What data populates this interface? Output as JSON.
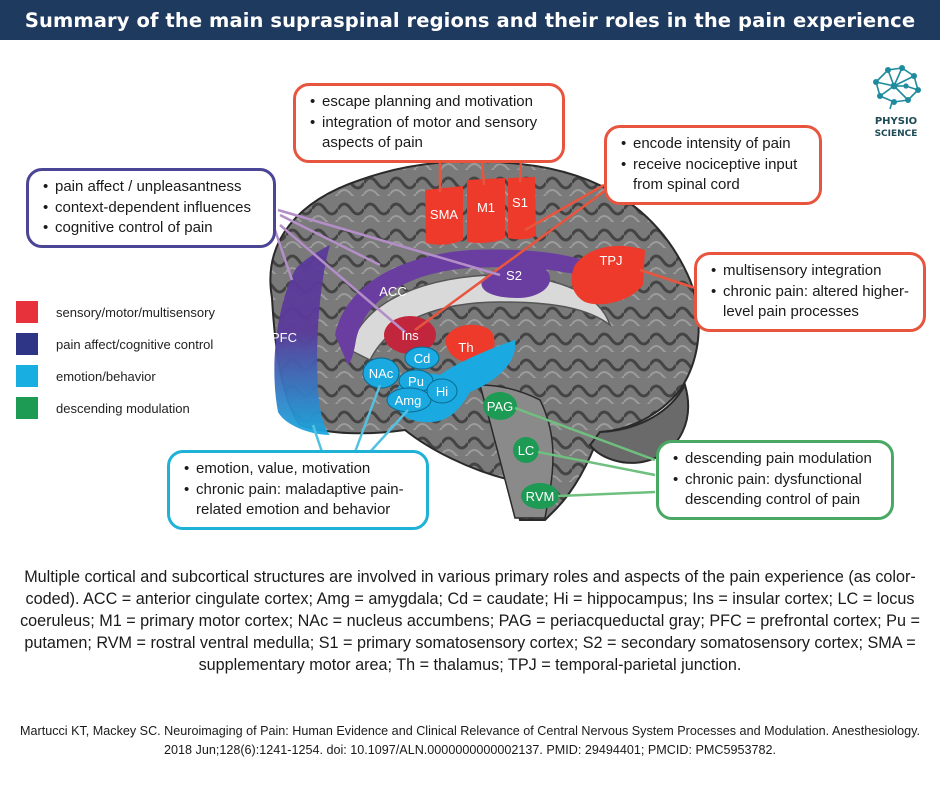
{
  "title": "Summary of the main supraspinal regions and their roles in the pain experience",
  "logo": {
    "line1": "PHYSIO",
    "line2": "SCIENCE",
    "icon": "network-brain-icon"
  },
  "colors": {
    "sensory": "#e8323b",
    "affect": "#2e3587",
    "emotion": "#19aee2",
    "descending": "#1d9a54"
  },
  "legend": [
    {
      "label": "sensory/motor/multisensory",
      "color": "#e8323b"
    },
    {
      "label": "pain affect/cognitive control",
      "color": "#2e3587"
    },
    {
      "label": "emotion/behavior",
      "color": "#19aee2"
    },
    {
      "label": "descending modulation",
      "color": "#1d9a54"
    }
  ],
  "regions": {
    "sma": "SMA",
    "m1": "M1",
    "s1": "S1",
    "s2": "S2",
    "tpj": "TPJ",
    "acc": "ACC",
    "pfc": "PFC",
    "ins": "Ins",
    "th": "Th",
    "cd": "Cd",
    "nac": "NAc",
    "pu": "Pu",
    "amg": "Amg",
    "hi": "Hi",
    "pag": "PAG",
    "lc": "LC",
    "rvm": "RVM"
  },
  "callouts": {
    "motor": [
      "escape planning and motivation",
      "integration of motor and sensory aspects of pain"
    ],
    "sensory": [
      "encode intensity of pain",
      "receive nociceptive input from spinal cord"
    ],
    "affect": [
      "pain affect / unpleasantness",
      "context-dependent influences",
      "cognitive control of pain"
    ],
    "multisensory": [
      "multisensory integration",
      "chronic pain: altered higher-level pain processes"
    ],
    "emotion": [
      "emotion, value, motivation",
      "chronic pain: maladaptive pain-related emotion and behavior"
    ],
    "descending": [
      "descending pain modulation",
      "chronic pain: dysfunctional descending control of pain"
    ]
  },
  "caption": "Multiple cortical and subcortical structures are involved in various primary roles and aspects of the pain experience (as color-coded). ACC = anterior cingulate cortex; Amg = amygdala; Cd = caudate; Hi = hippocampus; Ins = insular cortex; LC = locus coeruleus; M1 = primary motor cortex; NAc = nucleus accumbens; PAG = periacqueductal gray; PFC = prefrontal cortex; Pu = putamen; RVM = rostral ventral medulla; S1 = primary somatosensory cortex; S2 = secondary somatosensory cortex; SMA = supplementary motor area; Th = thalamus; TPJ = temporal-parietal junction.",
  "citation": "Martucci KT, Mackey SC. Neuroimaging of Pain: Human Evidence and Clinical Relevance of Central Nervous System Processes and Modulation. Anesthesiology. 2018 Jun;128(6):1241-1254. doi: 10.1097/ALN.0000000000002137. PMID: 29494401; PMCID: PMC5953782."
}
